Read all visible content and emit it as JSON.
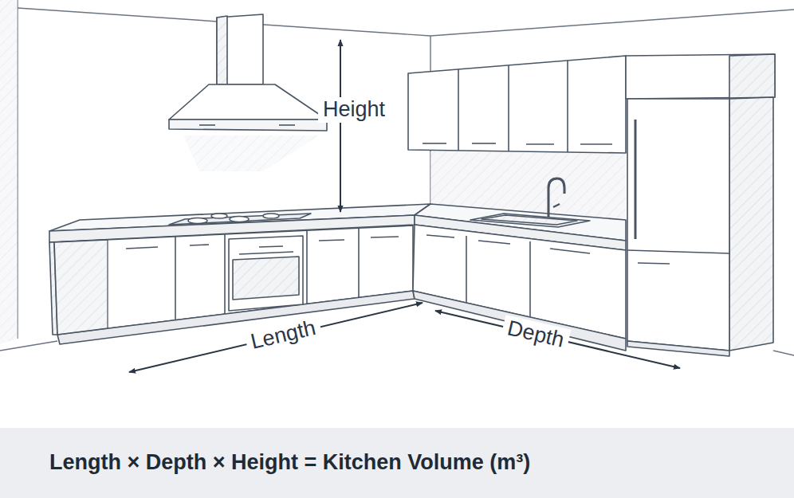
{
  "diagram": {
    "caption": "Length × Depth × Height = Kitchen Volume (m³)",
    "labels": [
      "Height",
      "Length",
      "Depth"
    ]
  }
}
